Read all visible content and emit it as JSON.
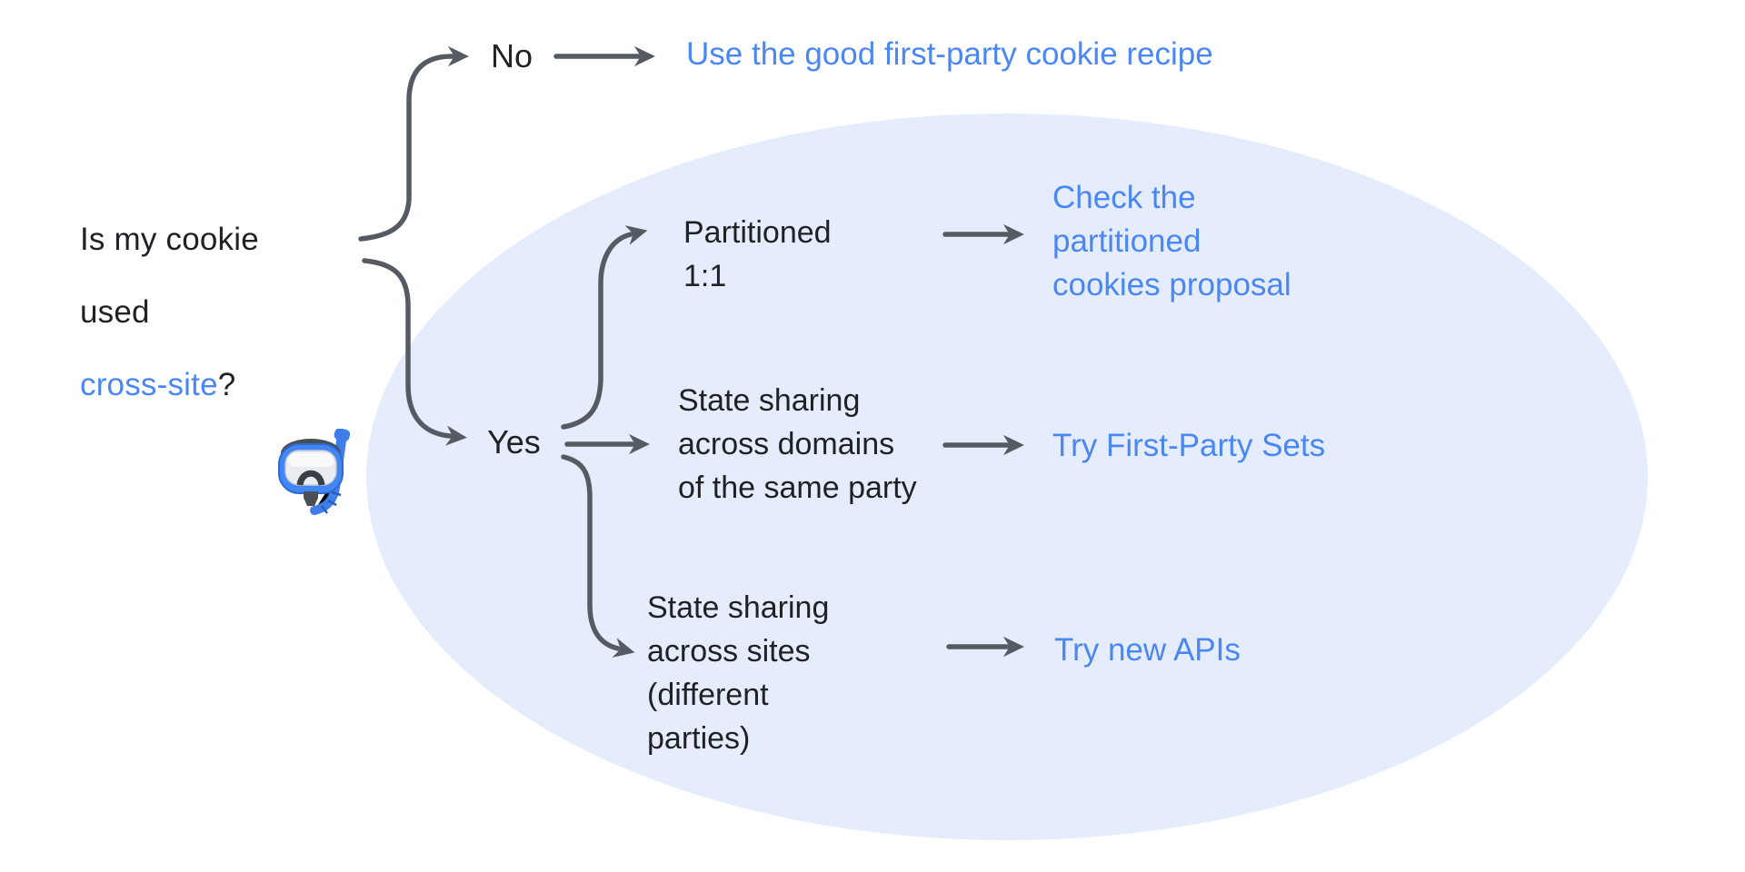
{
  "title": "Cookie usage decision flowchart",
  "question": {
    "line1": "Is my cookie",
    "line2": "used",
    "link_text": "cross-site",
    "suffix": "?"
  },
  "branch_no": {
    "label": "No",
    "result": "Use the good first-party cookie recipe"
  },
  "branch_yes": {
    "label": "Yes",
    "options": [
      {
        "condition": "Partitioned\n1:1",
        "result": "Check the\npartitioned\ncookies proposal"
      },
      {
        "condition": "State sharing\nacross domains\nof the same party",
        "result": "Try First-Party Sets"
      },
      {
        "condition": "State sharing\nacross sites\n(different\nparties)",
        "result": "Try new APIs"
      }
    ]
  },
  "icons": {
    "diving_mask": "diving-mask-emoji"
  },
  "colors": {
    "link_blue": "#4b87f2",
    "text_black": "#1f2125",
    "arrow_gray": "#565b63",
    "ellipse_fill": "#e5edfc",
    "mask_blue": "#4285f4"
  }
}
